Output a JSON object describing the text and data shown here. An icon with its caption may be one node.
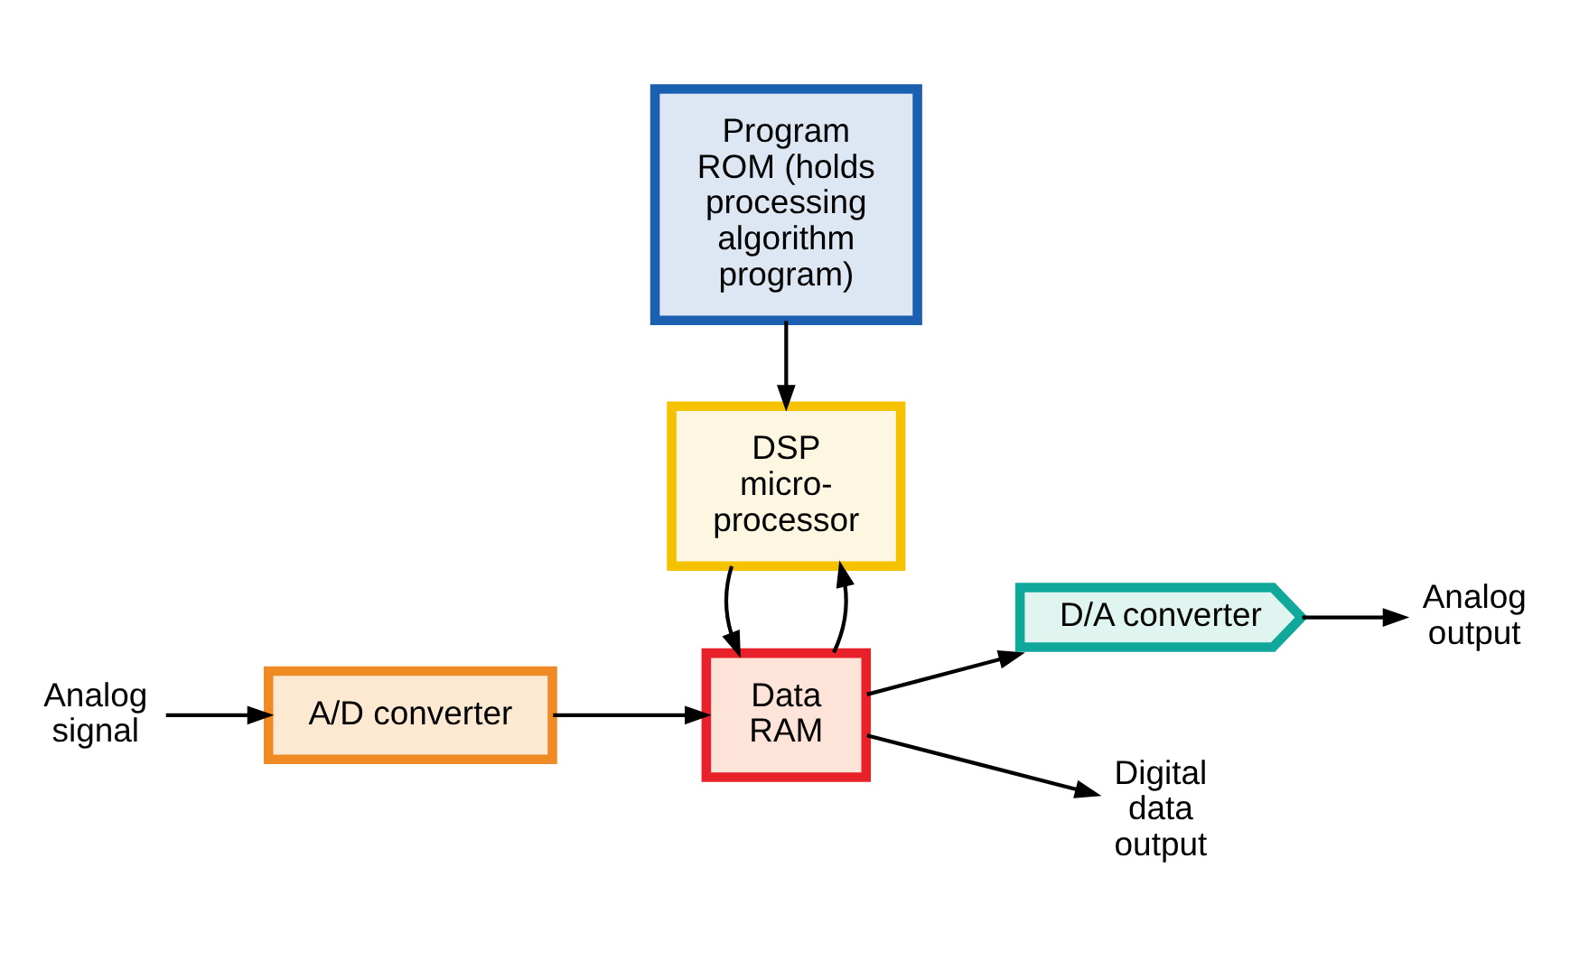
{
  "diagram": {
    "nodes": [
      {
        "text": [
          "Analog signal"
        ]
      },
      {
        "text": [
          "A/D converter"
        ]
      },
      {
        "text": [
          "Data RAM"
        ]
      },
      {
        "text": [
          "D/A converter"
        ]
      },
      {
        "text": [
          "Analog output"
        ]
      },
      {
        "text": [
          "DSP micro- processor"
        ]
      },
      {
        "text": [
          "Program ROM (holds processing algorithm program)"
        ]
      },
      {
        "text": [
          "Digital data output"
        ]
      }
    ],
    "edges": [
      {
        "from": 0,
        "to": 1,
        "arrow": "to"
      },
      {
        "from": 1,
        "to": 2,
        "arrow": "to"
      },
      {
        "from": 2,
        "to": 3,
        "arrow": "to"
      },
      {
        "from": 3,
        "to": 4,
        "arrow": "to"
      },
      {
        "from": 2,
        "to": 7,
        "arrow": "to"
      },
      {
        "from": 2,
        "to": 5,
        "arrow": "to"
      },
      {
        "from": 5,
        "to": 2,
        "arrow": "to"
      },
      {
        "from": 6,
        "to": 5,
        "arrow": "to"
      }
    ]
  }
}
